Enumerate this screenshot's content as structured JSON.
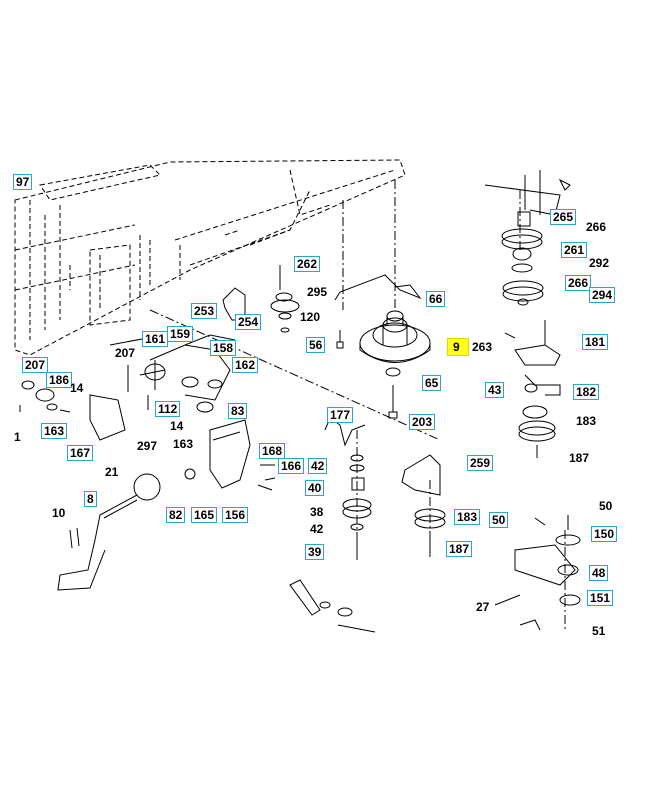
{
  "diagram": {
    "highlighted_part": "9",
    "colors": {
      "highlight": "#ffff1a",
      "label_border": "#2aa6c9",
      "line": "#000000"
    },
    "labels": {
      "l97": "97",
      "l265": "265",
      "l266a": "266",
      "l261": "261",
      "l292": "292",
      "l266b": "266",
      "l294": "294",
      "l262": "262",
      "l295": "295",
      "l253": "253",
      "l254": "254",
      "l120": "120",
      "l66": "66",
      "l56": "56",
      "l9": "9",
      "l263": "263",
      "l181": "181",
      "l65": "65",
      "l43": "43",
      "l182": "182",
      "l183a": "183",
      "l187a": "187",
      "l207a": "207",
      "l161": "161",
      "l159": "159",
      "l158": "158",
      "l162": "162",
      "l207b": "207",
      "l186": "186",
      "l14a": "14",
      "l163a": "163",
      "l167": "167",
      "l297": "297",
      "l112": "112",
      "l14b": "14",
      "l83": "83",
      "l163b": "163",
      "l177": "177",
      "l203": "203",
      "l259": "259",
      "l168": "168",
      "l166": "166",
      "l42a": "42",
      "l40": "40",
      "l38": "38",
      "l42b": "42",
      "l39": "39",
      "l183b": "183",
      "l187b": "187",
      "l50a": "50",
      "l50b": "50",
      "l150": "150",
      "l48": "48",
      "l27": "27",
      "l151": "151",
      "l21": "21",
      "l8": "8",
      "l10": "10",
      "l82": "82",
      "l165": "165",
      "l156": "156",
      "l1": "1",
      "l51": "51"
    }
  }
}
